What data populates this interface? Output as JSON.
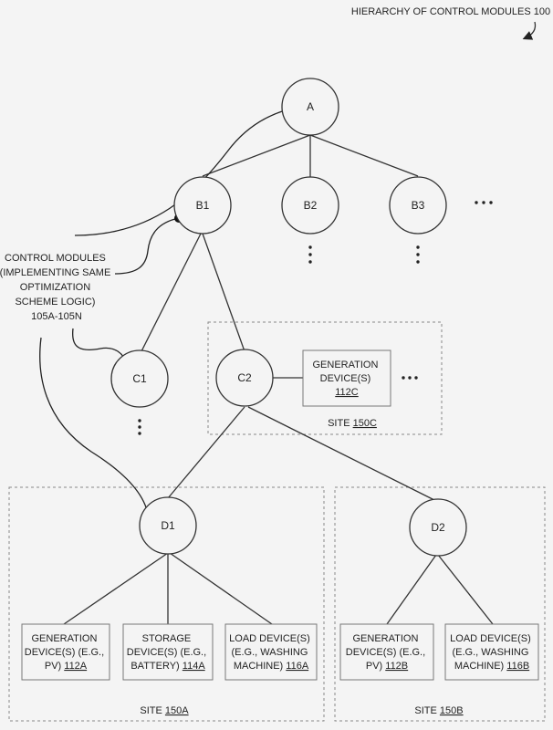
{
  "figure_title": "HIERARCHY OF CONTROL MODULES 100",
  "control_modules_label": [
    "CONTROL MODULES",
    "(IMPLEMENTING SAME",
    "OPTIMIZATION",
    "SCHEME LOGIC)",
    "105A-105N"
  ],
  "nodes": {
    "A": "A",
    "B1": "B1",
    "B2": "B2",
    "B3": "B3",
    "C1": "C1",
    "C2": "C2",
    "D1": "D1",
    "D2": "D2"
  },
  "sites": {
    "s150c": {
      "label": "SITE ",
      "ref": "150C"
    },
    "s150a": {
      "label": "SITE ",
      "ref": "150A"
    },
    "s150b": {
      "label": "SITE ",
      "ref": "150B"
    }
  },
  "devices": {
    "gen112c": {
      "lines": [
        "GENERATION",
        "DEVICE(S)"
      ],
      "ref": "112C"
    },
    "gen112a": {
      "lines": [
        "GENERATION",
        "DEVICE(S) (E.G.,"
      ],
      "last": "PV) ",
      "ref": "112A"
    },
    "sto114a": {
      "lines": [
        "STORAGE",
        "DEVICE(S) (E.G.,"
      ],
      "last": "BATTERY) ",
      "ref": "114A"
    },
    "load116a": {
      "lines": [
        "LOAD DEVICE(S)",
        "(E.G., WASHING"
      ],
      "last": "MACHINE) ",
      "ref": "116A"
    },
    "gen112b": {
      "lines": [
        "GENERATION",
        "DEVICE(S) (E.G.,"
      ],
      "last": "PV) ",
      "ref": "112B"
    },
    "load116b": {
      "lines": [
        "LOAD DEVICE(S)",
        "(E.G., WASHING"
      ],
      "last": "MACHINE) ",
      "ref": "116B"
    }
  }
}
